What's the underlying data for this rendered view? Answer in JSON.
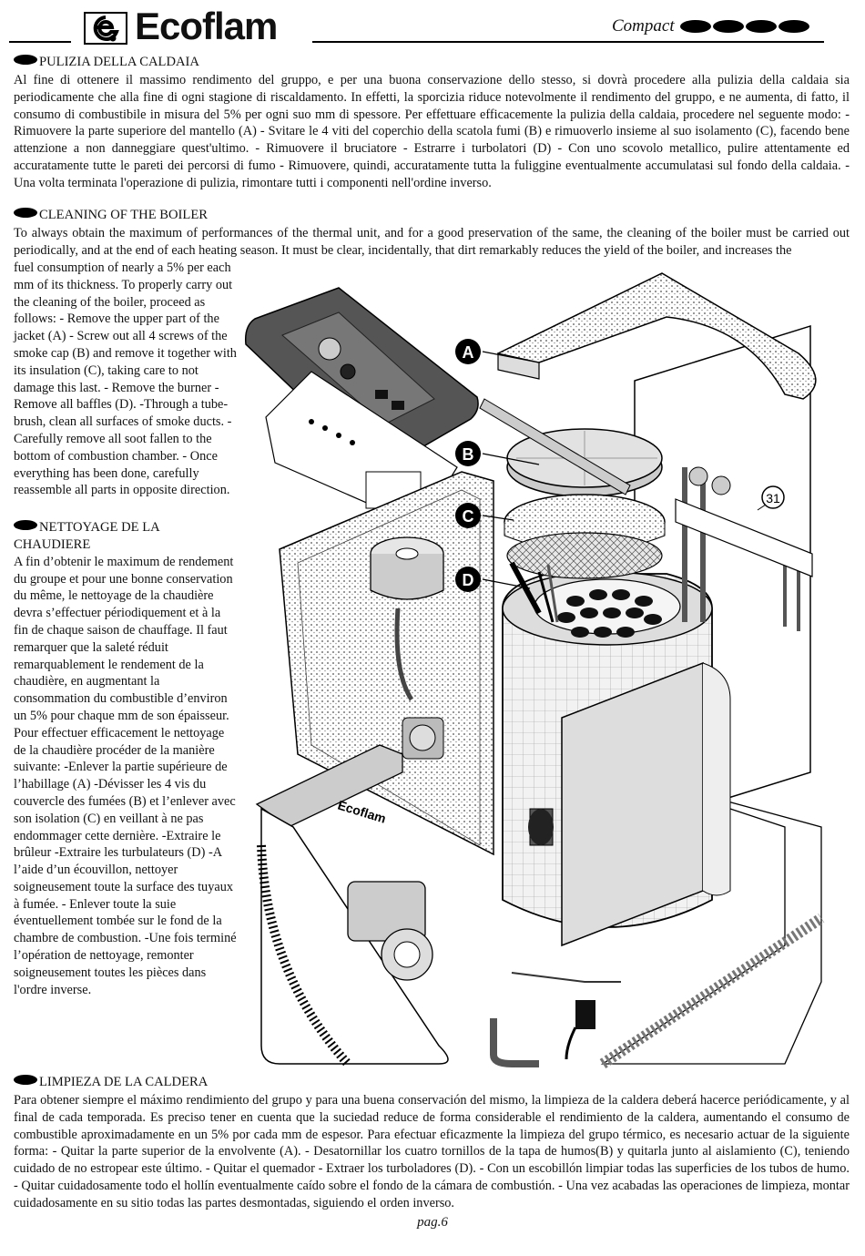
{
  "header": {
    "brand": "Ecoflam",
    "model": "Compact"
  },
  "italian": {
    "title": "PULIZIA DELLA CALDAIA",
    "body": "Al fine di ottenere il massimo rendimento del gruppo, e per una buona conservazione dello stesso, si dovrà procedere alla pulizia della caldaia sia periodicamente che alla fine di ogni stagione di riscaldamento. In effetti, la sporcizia riduce notevolmente il rendimento del gruppo, e ne aumenta, di fatto, il consumo di combustibile in misura del 5% per ogni suo mm di spessore. Per effettuare efficacemente la pulizia della caldaia, procedere nel seguente modo: - Rimuovere la parte superiore del mantello (A) - Svitare le 4 viti del coperchio della scatola fumi (B) e rimuoverlo insieme al suo isolamento (C), facendo bene attenzione a non danneggiare quest'ultimo. - Rimuovere il bruciatore  - Estrarre i turbolatori (D) - Con uno scovolo metallico, pulire attentamente ed accuratamente tutte le pareti dei percorsi di fumo - Rimuovere, quindi, accuratamente tutta la fuliggine eventualmente accumulatasi sul fondo della caldaia. - Una volta terminata l'operazione di pulizia, rimontare tutti i componenti nell'ordine inverso."
  },
  "english": {
    "title": "CLEANING OF THE BOILER",
    "body_full": "To always obtain the maximum of performances of the thermal unit, and for a good preservation of the same, the cleaning of the boiler must be carried out periodically, and at the end of each heating season. It must be clear, incidentally, that dirt remarkably reduces the yield of the boiler, and increases the",
    "body_col": "fuel consumption of nearly a 5% per each mm of its thickness. To properly carry out the cleaning of the boiler, proceed as follows: - Remove the upper part of the jacket (A) - Screw out all 4 screws of the smoke cap (B) and remove it together with its insulation (C), taking care to not damage this last. - Remove the burner - Remove all baffles (D). -Through a tube-brush, clean all surfaces of smoke ducts.  - Carefully remove all soot fallen to the bottom of combustion chamber. - Once everything has been done, carefully reassemble all parts in opposite direction."
  },
  "french": {
    "title": "NETTOYAGE DE LA CHAUDIERE",
    "body": "A fin d’obtenir le maximum de rendement du groupe et pour une bonne conservation du même, le nettoyage de la chaudière devra s’effectuer périodiquement et à la fin de chaque saison de chauffage. Il faut remarquer que la saleté réduit remarquablement le rendement de la chaudière, en augmentant la consommation du combustible d’environ un 5% pour chaque mm de son épaisseur. Pour effectuer efficacement le nettoyage de la chaudière procéder de la manière suivante: -Enlever la partie supérieure de l’habillage (A) -Dévisser les 4 vis du couvercle des fumées (B) et l’enlever avec son isolation (C) en veillant à ne pas endommager cette dernière. -Extraire le brûleur -Extraire les turbulateurs (D) -A l’aide d’un écouvillon, nettoyer soigneusement toute la surface des tuyaux à fumée. - Enlever toute la suie éventuellement tombée sur le fond de la chambre de combustion. -Une fois terminé l’opération de nettoyage, remonter soigneusement toutes les pièces dans l'ordre inverse."
  },
  "spanish": {
    "title": "LIMPIEZA DE LA CALDERA",
    "body": "Para obtener siempre el máximo rendimiento del grupo y para una buena conservación  del mismo, la limpieza de la caldera deberá hacerce periódicamente, y al final de cada temporada. Es preciso tener en cuenta que la suciedad reduce de forma considerable el rendimiento de la caldera, aumentando el consumo de combustible aproximadamente en un 5% por cada mm de espesor. Para efectuar eficazmente la limpieza del grupo térmico, es necesario actuar de la siguiente forma: - Quitar la parte superior de la envolvente (A).  - Desatornillar los cuatro tornillos de la tapa de humos(B) y quitarla junto al aislamiento (C), teniendo cuidado de no estropear este último.  - Quitar el quemador - Extraer los turboladores (D).  - Con un escobillón limpiar todas las superficies de los tubos de humo. - Quitar cuidadosamente todo el hollín eventualmente caído sobre el fondo de la cámara de combustión. - Una vez acabadas las operaciones de limpieza, montar cuidadosamente en su sitio todas las partes desmontadas, siguiendo el orden inverso."
  },
  "diagram": {
    "labels": {
      "a": "A",
      "b": "B",
      "c": "C",
      "d": "D",
      "ref": "31"
    },
    "panel_brand": "Ecoflam"
  },
  "footer": {
    "page": "pag.6"
  }
}
